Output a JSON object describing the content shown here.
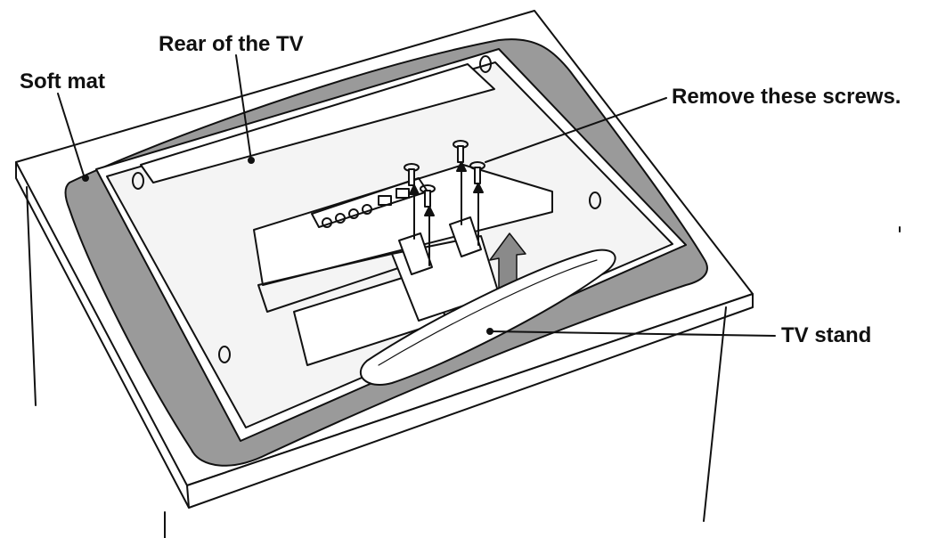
{
  "labels": {
    "soft_mat": "Soft mat",
    "rear_of_tv": "Rear of the TV",
    "remove_screws": "Remove these screws.",
    "tv_stand": "TV stand"
  },
  "colors": {
    "ink": "#111111",
    "mat_fill": "#9a9a9a",
    "tv_fill": "#ffffff",
    "table_fill": "#ffffff"
  }
}
